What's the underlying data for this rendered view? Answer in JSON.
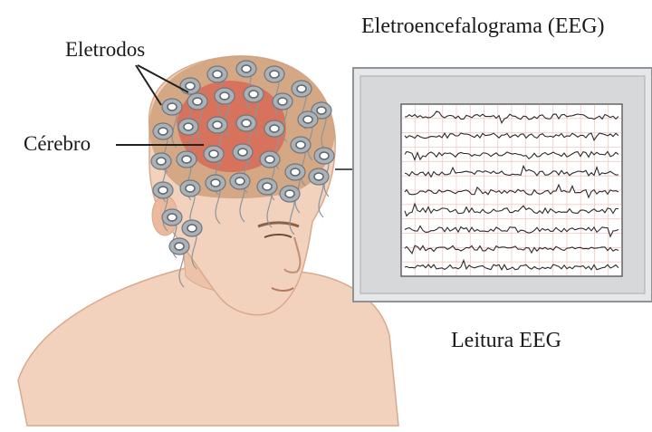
{
  "diagram": {
    "title": "Eletroencefalograma (EEG)",
    "labels": {
      "electrodes": "Eletrodos",
      "brain": "Cérebro",
      "reading": "Leitura EEG"
    },
    "trace_count": 9,
    "colors": {
      "skin": "#f3d2bd",
      "skin_shadow": "#d9a88d",
      "hair": "#b98a64",
      "brain": "#d9473d",
      "electrode": "#9aa1a8",
      "monitor_frame": "#d9dadc",
      "monitor_bezel": "#8f9296",
      "screen": "#ffffff",
      "grid": "#f2c9c4",
      "trace": "#2b2b2b"
    }
  }
}
